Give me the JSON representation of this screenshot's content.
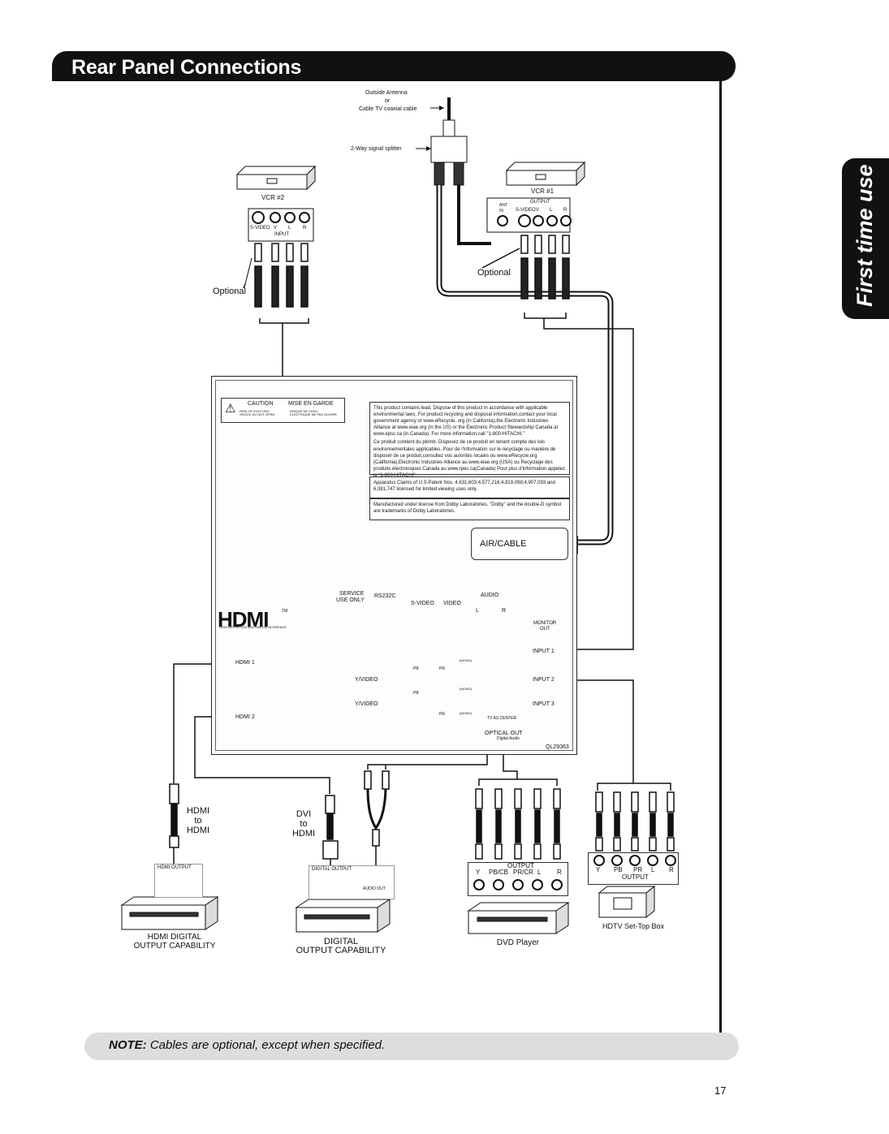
{
  "header": {
    "title": "Rear Panel Connections"
  },
  "side_tab": {
    "label": "First time use"
  },
  "antenna": {
    "source_line1": "Outside  Antenna",
    "source_line2": "or",
    "source_line3": "Cable TV coaxial cable",
    "splitter": "2-Way signal splitter"
  },
  "vcr2": {
    "label": "VCR #2",
    "svideo": "S-VIDEO",
    "v": "V",
    "l": "L",
    "r": "R",
    "input": "INPUT",
    "optional": "Optional"
  },
  "vcr1": {
    "label": "VCR #1",
    "ant": "ANT",
    "in": "IN",
    "output": "OUTPUT",
    "svideo": "S-VIDEO",
    "v": "V",
    "l": "L",
    "r": "R",
    "optional": "Optional"
  },
  "tv": {
    "caution_en": "CAUTION",
    "caution_fr": "MISE  EN  GARDE",
    "caution_en_sub": "RISK OF ELECTRIC SHOCK DO NOT OPEN",
    "caution_fr_sub": "RISQUE DE CHOC ELECTRIQUE NE PAS OUVRIR",
    "notice_recycle": "This  product  contains  lead.  Dispose  of  this  product  in  accordance  with applicable  environmental  laws.  For  product  recycling  and  disposal information,contact  your  local  government  agency  or  www.eRecycle. org (in  California),the  Electronic  Industries  Alliance  at  www.eiae.org (in  the  US)  or  the  Electronic  Product  Stewardship  Canada  at  www.epsc.ca (in  Canada).  For  more  information,call  \"1-800-HITACHI.\"",
    "notice_recycle_fr": "Ce  produit  contient  du  plomb.  Disposez  de  ce  produit  en  tenant  compte des  lois  environnementales  applicables.  Pour  de  l'information  sur  le recyclage  ou  manière  de  disposer  de  ce  produit,consultez  vos  autorités locales  ou  www.eRecycle.org  (California),Electronic  Industries  Alliance  au www.eiae.org  (USA)  ou  Recyclage  des  produits  électroniques  Canada  au www.rpec.ca(Canada)  Pour  plus  d'information  appelez  le  \"1-800-HITACHI\".",
    "notice_patent": "Apparatus  Claims  of  U.S.Patent  Nos. 4,631,603;4,577,216;4,819,098;4,907,093;and  6,381,747 licensed  for  limited  viewing  uses  only.",
    "notice_dolby": "Manufactured  under  license  from  Dolby  Laboratories. \"Dolby\" and  the  double-D  symbol  are  trademarks  of Dolby  Laboratories.",
    "air_cable": "AIR/CABLE",
    "hdmi_logo": "HDMI",
    "hdmi_logo_tm": "TM",
    "hdmi_logo_sub": "HIGH-DEFINITION MULTIMEDIA INTERFACE",
    "hdmi1": "HDMI  1",
    "hdmi2": "HDMI  2",
    "service_line1": "SERVICE",
    "service_line2": "USE  ONLY",
    "rs232c": "RS232C",
    "svideo": "S-VIDEO",
    "video": "VIDEO",
    "audio": "AUDIO",
    "l": "L",
    "r": "R",
    "monitor_out_line1": "MONITOR",
    "monitor_out_line2": "OUT",
    "input1": "INPUT  1",
    "input2": "INPUT  2",
    "input3": "INPUT  3",
    "yvideo": "Y/VIDEO",
    "pb": "PB",
    "pr": "PR",
    "mono": "(MONO)",
    "center": "TV  AS  CENTER",
    "optical_out": "OPTICAL  OUT",
    "digital_audio": "Digital  Audio",
    "model_code": "QL29363"
  },
  "sources": {
    "hdmi_to_hdmi_1": "HDMI",
    "hdmi_to_hdmi_2": "to",
    "hdmi_to_hdmi_3": "HDMI",
    "dvi_to_hdmi_1": "DVI",
    "dvi_to_hdmi_2": "to",
    "dvi_to_hdmi_3": "HDMI",
    "hdmi_output": "HDMI OUTPUT",
    "digital_output": "DIGITAL OUTPUT",
    "audio_out": "AUDIO OUT",
    "hdmi_device_line1": "HDMI DIGITAL",
    "hdmi_device_line2": "OUTPUT CAPABILITY",
    "digital_device_line1": "DIGITAL",
    "digital_device_line2": "OUTPUT CAPABILITY",
    "dvd_output": "OUTPUT",
    "dvd_y": "Y",
    "dvd_pb": "PB/CB",
    "dvd_pr": "PR/CR",
    "dvd_l": "L",
    "dvd_r": "R",
    "dvd_label": "DVD Player",
    "stb_y": "Y",
    "stb_pb": "PB",
    "stb_pr": "PR",
    "stb_l": "L",
    "stb_r": "R",
    "stb_output": "OUTPUT",
    "stb_label": "HDTV Set-Top Box"
  },
  "note": {
    "prefix": "NOTE:",
    "text": " Cables are optional, except when specified."
  },
  "page_number": "17"
}
